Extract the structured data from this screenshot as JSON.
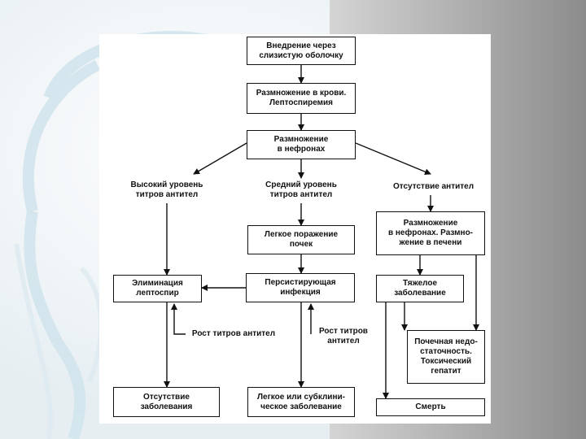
{
  "diagram": {
    "boxes": {
      "penetration": "Внедрение через\nслизистую оболочку",
      "blood_reproduction": "Размножение в крови.\nЛептоспиремия",
      "nephron_reproduction": "Размножение\nв нефронах",
      "mild_kidney_damage": "Легкое поражение\nпочек",
      "nephron_liver_reproduction": "Размножение\nв нефронах. Размно-\nжение в печени",
      "leptospira_elimination": "Элиминация\nлептоспир",
      "persistent_infection": "Персистирующая\nинфекция",
      "severe_disease": "Тяжелое\nзаболевание",
      "renal_failure": "Почечная недо-\nстаточность.\nТоксический\nгепатит",
      "no_disease": "Отсутствие\nзаболевания",
      "mild_subclinical": "Легкое или субклини-\nческое заболевание",
      "death": "Смерть"
    },
    "labels": {
      "high_titer": "Высокий уровень\nтитров антител",
      "medium_titer": "Средний уровень\nтитров антител",
      "no_antibodies": "Отсутствие антител",
      "titer_rise_left": "Рост титров антител",
      "titer_rise_right": "Рост титров\nантител"
    }
  }
}
